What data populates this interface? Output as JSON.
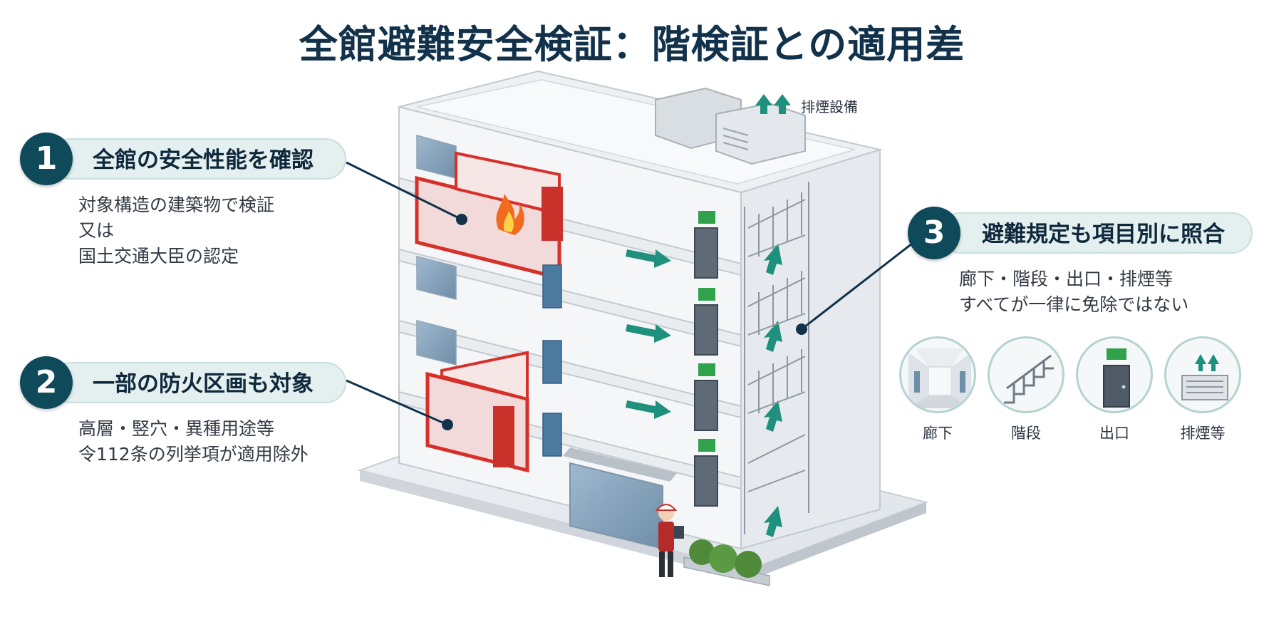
{
  "title": "全館避難安全検証：階検証との適用差",
  "smoke_label": "排煙設備",
  "callouts": [
    {
      "number": "1",
      "heading": "全館の安全性能を確認",
      "lines": [
        "対象構造の建築物で検証",
        "又は",
        "国土交通大臣の認定"
      ]
    },
    {
      "number": "2",
      "heading": "一部の防火区画も対象",
      "lines": [
        "高層・竪穴・異種用途等",
        "令112条の列挙項が適用除外"
      ]
    },
    {
      "number": "3",
      "heading": "避難規定も項目別に照合",
      "lines": [
        "廊下・階段・出口・排煙等",
        "すべてが一律に免除ではない"
      ]
    }
  ],
  "icons": [
    {
      "name": "corridor-icon",
      "label": "廊下"
    },
    {
      "name": "stairs-icon",
      "label": "階段"
    },
    {
      "name": "exit-icon",
      "label": "出口"
    },
    {
      "name": "smoke-exhaust-icon",
      "label": "排煙等"
    }
  ],
  "colors": {
    "title": "#12314a",
    "badge": "#0f4a5a",
    "pill_bg": "#e4f0ef",
    "fire_compartment": "#d7302a",
    "arrow": "#1f8f7e",
    "exit_sign": "#2fa24a"
  }
}
